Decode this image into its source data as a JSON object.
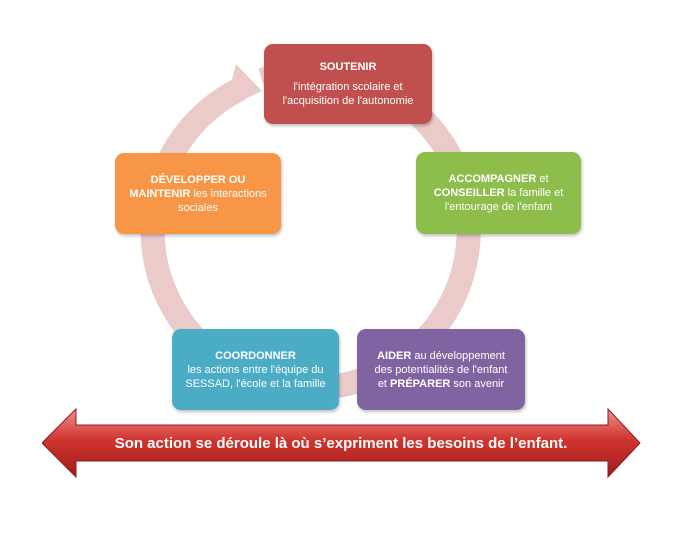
{
  "boxes": {
    "soutenir": {
      "title": "SOUTENIR",
      "line1": "l'intégration scolaire et",
      "line2": "l'acquisition de l'autonomie",
      "color": "#c0504d"
    },
    "accompagner": {
      "bold1": "ACCOMPAGNER",
      "rest1": " et",
      "bold2": "CONSEILLER",
      "rest2": " la famille et",
      "line3": "l'entourage de l'enfant",
      "color": "#8dbd4a"
    },
    "aider": {
      "bold1": "AIDER",
      "rest1": " au développement",
      "line2": "des potentialités de l'enfant",
      "pre3": "et ",
      "bold3": "PRÉPARER",
      "rest3": " son avenir",
      "color": "#8064a2"
    },
    "coordonner": {
      "title": "COORDONNER",
      "line1": "les actions entre l'équipe du",
      "line2": "SESSAD,  l'école et  la famille",
      "color": "#4bacc6"
    },
    "developper": {
      "line1": "DÉVELOPPER OU",
      "bold2": "MAINTENIR",
      "rest2": "  les interactions",
      "line3": "sociales",
      "color": "#f79646"
    }
  },
  "banner": {
    "text": "Son action se déroule là où s’expriment les besoins de l’enfant.",
    "color": "#c0272d"
  },
  "cycle_color": "#ebcaca"
}
